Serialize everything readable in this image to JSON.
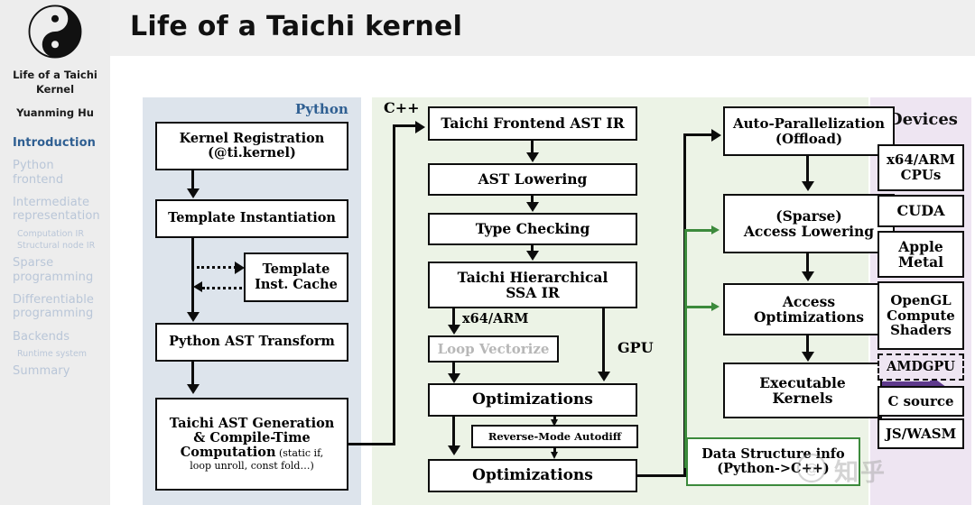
{
  "sidebar": {
    "logo_icon": "yin-yang-icon",
    "title": "Life of a Taichi Kernel",
    "author": "Yuanming Hu",
    "nav": [
      {
        "label": "Introduction",
        "active": true,
        "sub": false
      },
      {
        "label": "Python frontend",
        "active": false,
        "sub": false
      },
      {
        "label": "Intermediate representation",
        "active": false,
        "sub": false
      },
      {
        "label": "Computation IR",
        "active": false,
        "sub": true
      },
      {
        "label": "Structural node IR",
        "active": false,
        "sub": true
      },
      {
        "label": "Sparse programming",
        "active": false,
        "sub": false
      },
      {
        "label": "Differentiable programming",
        "active": false,
        "sub": false
      },
      {
        "label": "Backends",
        "active": false,
        "sub": false
      },
      {
        "label": "Runtime system",
        "active": false,
        "sub": true
      },
      {
        "label": "Summary",
        "active": false,
        "sub": false
      }
    ]
  },
  "header": {
    "title": "Life of a Taichi kernel"
  },
  "colors": {
    "python_panel": "#dde4ec",
    "green_panel": "#ecf3e6",
    "devices_panel": "#eee5f2",
    "python_label": "#2f5f92",
    "green_accent": "#3c8a3c",
    "purple_arrow": "#5e3a8c",
    "nav_inactive": "#b9c6d8",
    "nav_active": "#2f5f92"
  },
  "diagram": {
    "panel_labels": {
      "python": "Python",
      "devices": "Devices"
    },
    "edge_labels": {
      "cpp": "C++",
      "x64arm": "x64/ARM",
      "gpu": "GPU"
    },
    "python_column": [
      {
        "id": "kernel-registration",
        "line1": "Kernel Registration",
        "line2": "(@ti.kernel)"
      },
      {
        "id": "template-instantiation",
        "line1": "Template Instantiation"
      },
      {
        "id": "template-inst-cache",
        "line1": "Template",
        "line2": "Inst. Cache"
      },
      {
        "id": "python-ast-transform",
        "line1": "Python AST Transform"
      },
      {
        "id": "taichi-ast-generation",
        "line1": "Taichi AST Generation",
        "line2": "& Compile-Time",
        "line3": "Computation",
        "line3b": " (static if,",
        "line4": "loop unroll, const fold…)"
      }
    ],
    "ir_column": [
      {
        "id": "taichi-frontend-ast-ir",
        "line1": "Taichi Frontend AST IR"
      },
      {
        "id": "ast-lowering",
        "line1": "AST Lowering"
      },
      {
        "id": "type-checking",
        "line1": "Type Checking"
      },
      {
        "id": "taichi-hierarchical-ssa-ir",
        "line1": "Taichi Hierarchical",
        "line2": "SSA IR"
      },
      {
        "id": "loop-vectorize",
        "line1": "Loop Vectorize",
        "muted": true
      },
      {
        "id": "optimizations-1",
        "line1": "Optimizations"
      },
      {
        "id": "reverse-mode-autodiff",
        "line1": "Reverse-Mode Autodiff"
      },
      {
        "id": "optimizations-2",
        "line1": "Optimizations"
      }
    ],
    "backend_column": [
      {
        "id": "auto-parallelization",
        "line1": "Auto-Parallelization",
        "line2": "(Offload)"
      },
      {
        "id": "sparse-access-lowering",
        "line1": "(Sparse)",
        "line2": "Access Lowering"
      },
      {
        "id": "access-optimizations",
        "line1": "Access",
        "line2": "Optimizations"
      },
      {
        "id": "executable-kernels",
        "line1": "Executable",
        "line2": "Kernels"
      },
      {
        "id": "data-structure-info",
        "line1": "Data Structure info",
        "line2": "(Python->C++)"
      }
    ],
    "devices": [
      {
        "id": "x64-arm-cpus",
        "line1": "x64/ARM",
        "line2": "CPUs",
        "dashed": false
      },
      {
        "id": "cuda",
        "line1": "CUDA",
        "dashed": false
      },
      {
        "id": "apple-metal",
        "line1": "Apple",
        "line2": "Metal",
        "dashed": false
      },
      {
        "id": "opengl-compute-shaders",
        "line1": "OpenGL",
        "line2": "Compute",
        "line3": "Shaders",
        "dashed": false
      },
      {
        "id": "amdgpu",
        "line1": "AMDGPU",
        "dashed": true
      },
      {
        "id": "c-source",
        "line1": "C source",
        "dashed": false
      },
      {
        "id": "js-wasm",
        "line1": "JS/WASM",
        "dashed": false
      }
    ]
  },
  "watermark": {
    "text": "知乎",
    "handle": "@",
    "logo_icon": "zhihu-watermark-icon"
  }
}
